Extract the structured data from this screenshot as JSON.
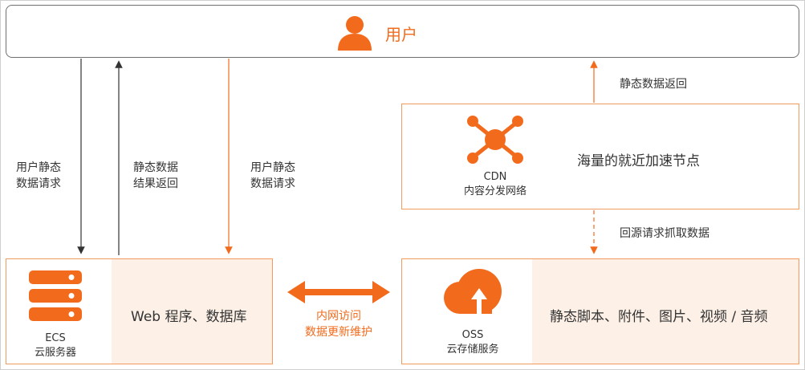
{
  "user": {
    "label": "用户",
    "icon": "person-icon"
  },
  "arrows": {
    "ecs_request": [
      "用户静态",
      "数据请求"
    ],
    "ecs_return": [
      "静态数据",
      "结果返回"
    ],
    "oss_request": [
      "用户静态",
      "数据请求"
    ],
    "cdn_return": "静态数据返回",
    "origin_fetch": "回源请求抓取数据",
    "intranet": [
      "内网访问",
      "数据更新维护"
    ]
  },
  "cdn": {
    "name": "CDN",
    "subtitle": "内容分发网络",
    "description": "海量的就近加速节点",
    "icon": "network-nodes-icon"
  },
  "ecs": {
    "name": "ECS",
    "subtitle": "云服务器",
    "description": "Web 程序、数据库",
    "icon": "server-stack-icon"
  },
  "oss": {
    "name": "OSS",
    "subtitle": "云存储服务",
    "description": "静态脚本、附件、图片、视频 / 音频",
    "icon": "cloud-upload-icon"
  },
  "colors": {
    "accent": "#f26b1d",
    "box_border": "#f29b61",
    "box_tint": "#fdf0e7",
    "dark_arrow": "#333333"
  }
}
